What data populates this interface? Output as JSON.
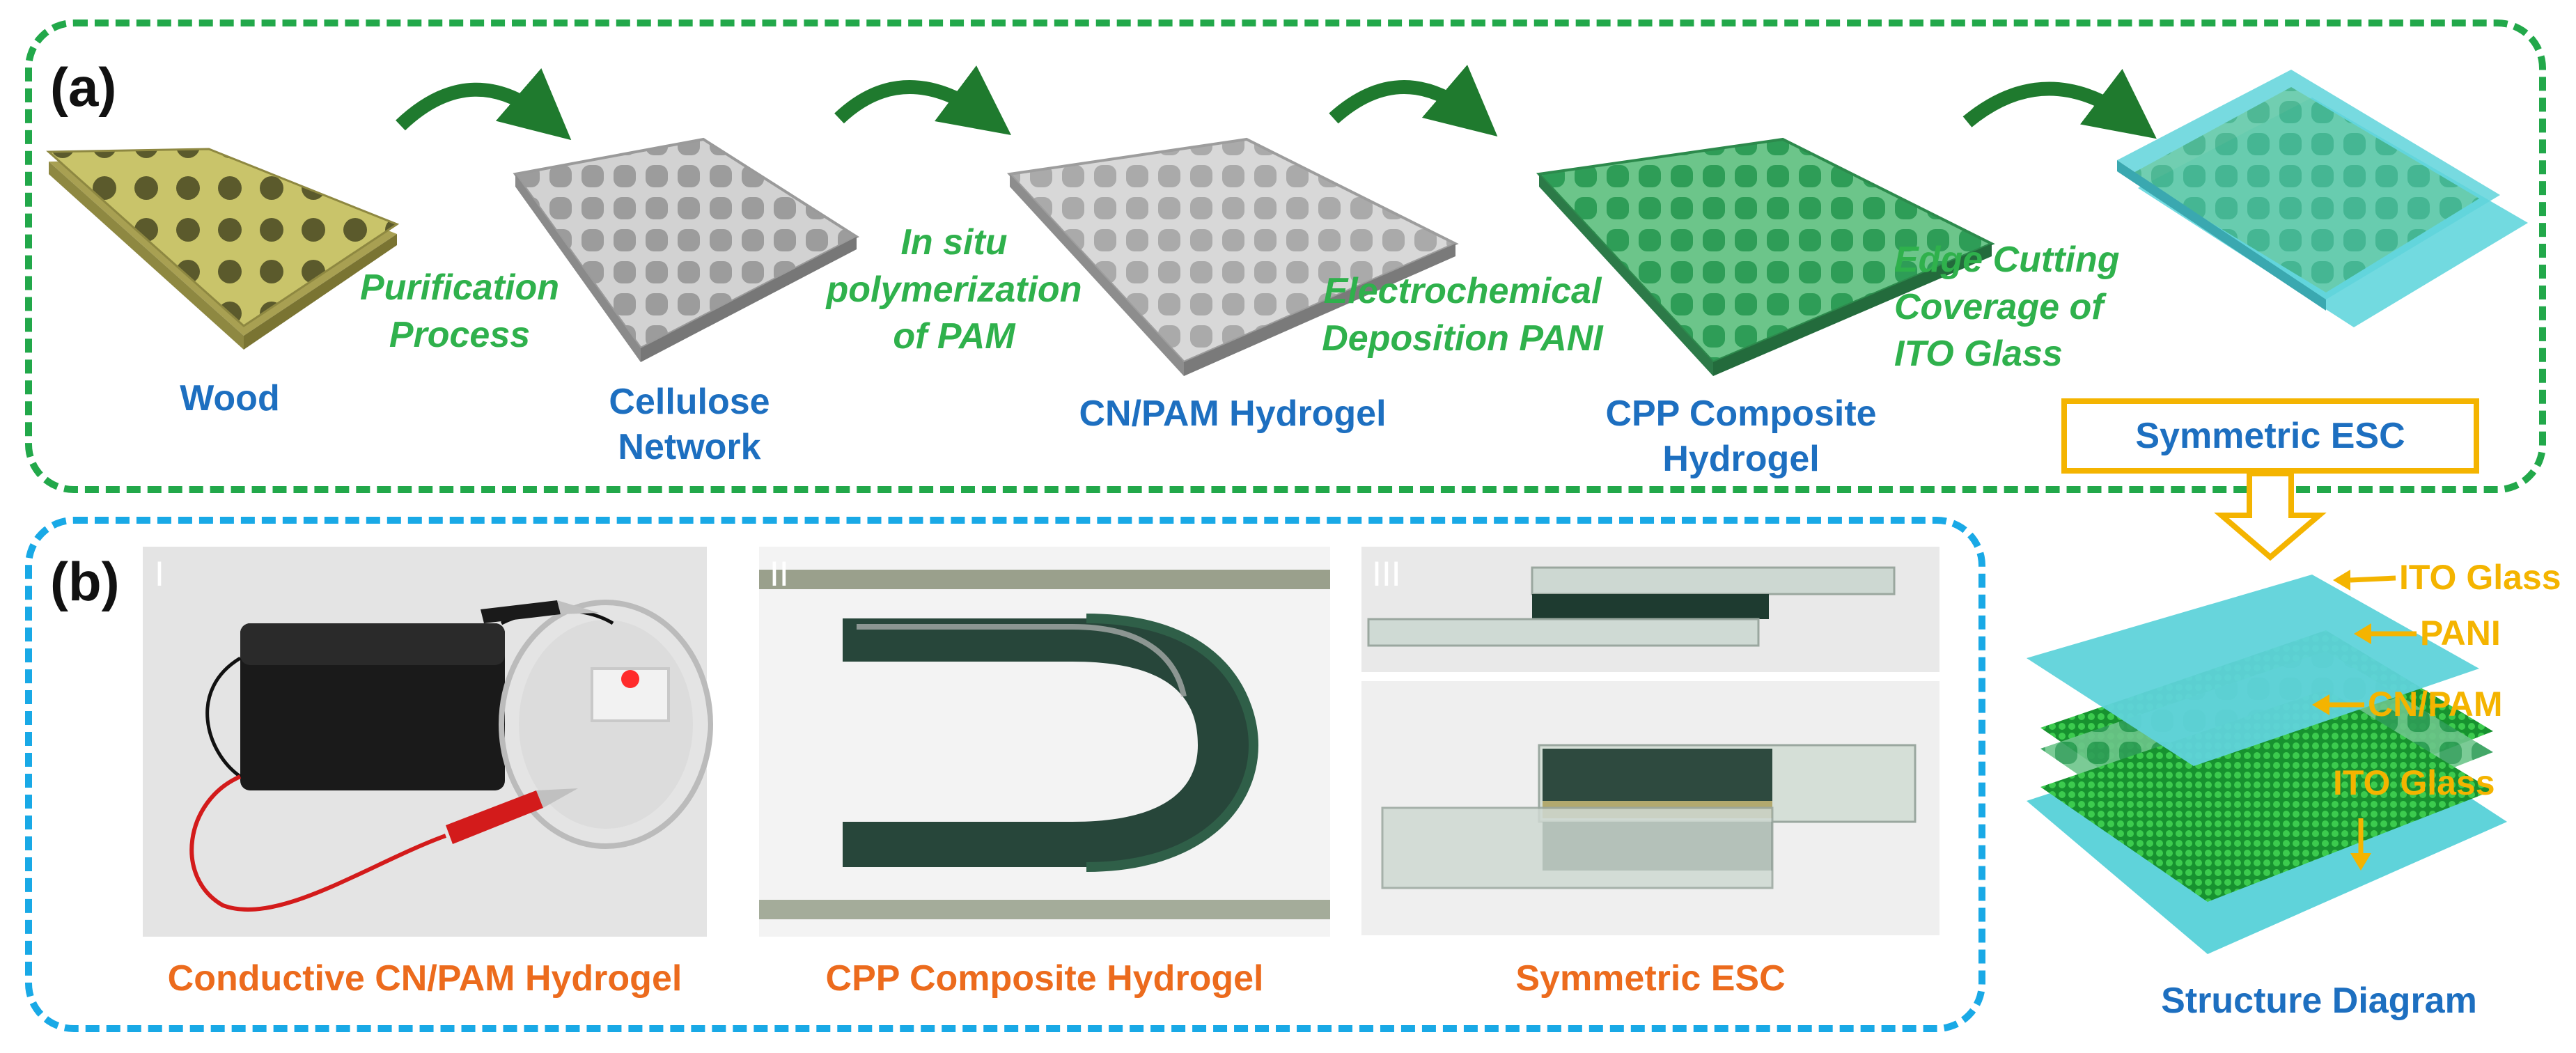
{
  "panel_a": {
    "label": "(a)",
    "materials": [
      {
        "name_lines": [
          "Wood"
        ]
      },
      {
        "name_lines": [
          "Cellulose",
          "Network"
        ]
      },
      {
        "name_lines": [
          "CN/PAM Hydrogel"
        ]
      },
      {
        "name_lines": [
          "CPP Composite",
          "Hydrogel"
        ]
      }
    ],
    "steps": [
      {
        "lines": [
          "Purification",
          "Process"
        ]
      },
      {
        "lines": [
          "In situ",
          "polymerization",
          "of PAM"
        ]
      },
      {
        "lines": [
          "Electrochemical",
          "Deposition PANI"
        ]
      },
      {
        "lines": [
          "Edge Cutting",
          "Coverage of",
          "ITO Glass"
        ]
      }
    ],
    "esc_box_label": "Symmetric ESC"
  },
  "panel_b": {
    "label": "(b)",
    "photos": [
      {
        "tag": "I",
        "caption": "Conductive CN/PAM Hydrogel"
      },
      {
        "tag": "II",
        "caption": "CPP Composite Hydrogel"
      },
      {
        "tag": "III",
        "caption": "Symmetric ESC"
      }
    ]
  },
  "structure": {
    "layers": [
      "ITO Glass",
      "PANI",
      "CN/PAM",
      "ITO Glass"
    ],
    "caption": "Structure Diagram"
  },
  "colors": {
    "panel_a_border": "#22a84a",
    "panel_b_border": "#19a9e6",
    "material_text": "#1d6fc0",
    "step_text": "#2fb14c",
    "photo_caption": "#ec6b1d",
    "layer_label": "#f4b400",
    "wood": "#c9c46a",
    "cellulose": "#c8c8c8",
    "cpp": "#4fb87a",
    "ito": "#5fd3da",
    "pani": "#1aa83a"
  }
}
